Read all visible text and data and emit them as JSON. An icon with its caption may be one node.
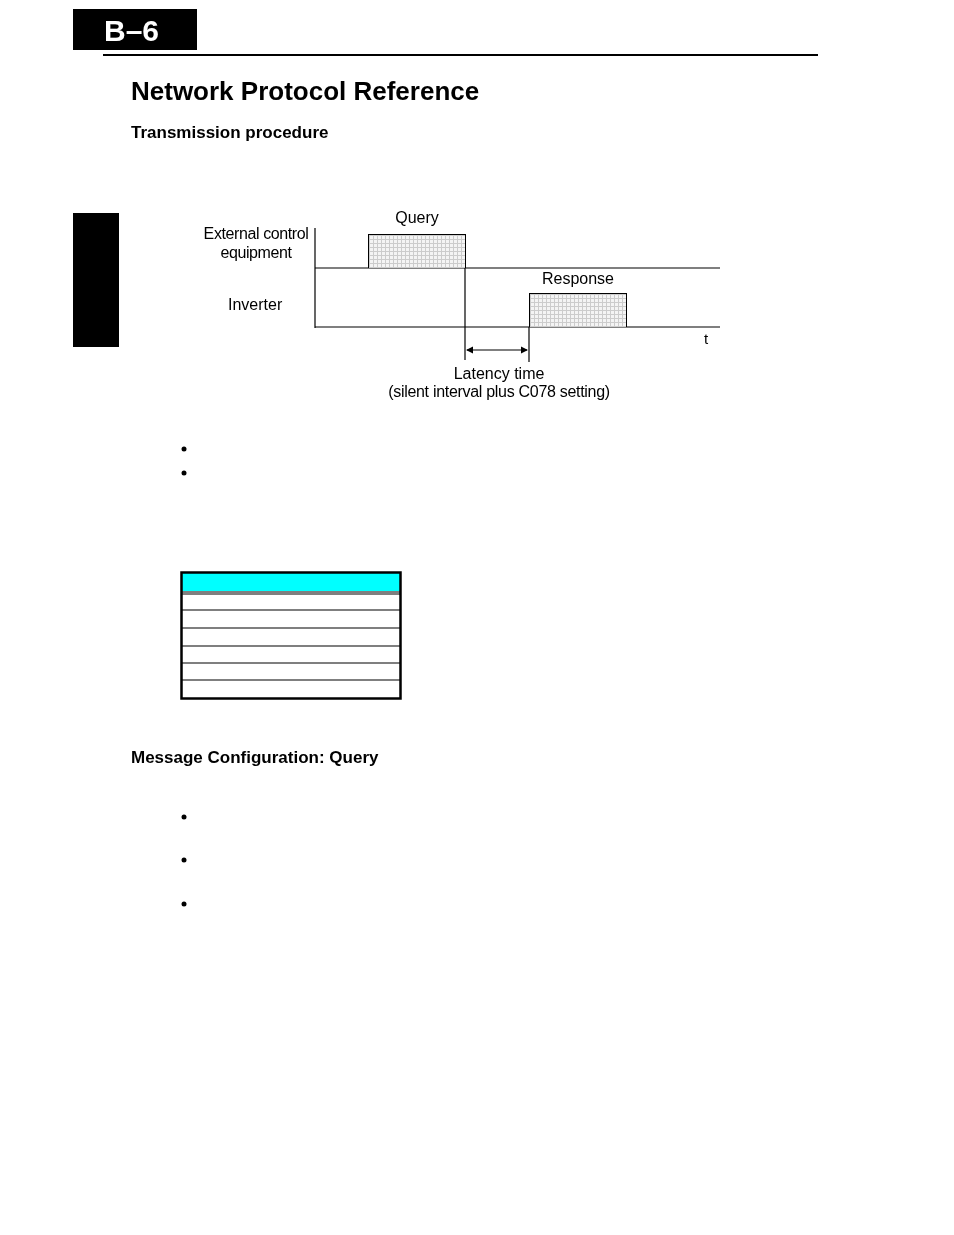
{
  "diagram": {
    "title": "Network Protocol Reference",
    "nodes": [
      {
        "text": [
          "Query"
        ]
      },
      {
        "text": [
          "Response"
        ]
      },
      {
        "text": [],
        "shape": "bar"
      }
    ],
    "labels": [
      "B–6",
      "Transmission procedure",
      "External control equipment",
      "Inverter",
      "t",
      "Latency time",
      "(silent interval plus C078 setting)",
      "Message Configuration: Query"
    ]
  }
}
